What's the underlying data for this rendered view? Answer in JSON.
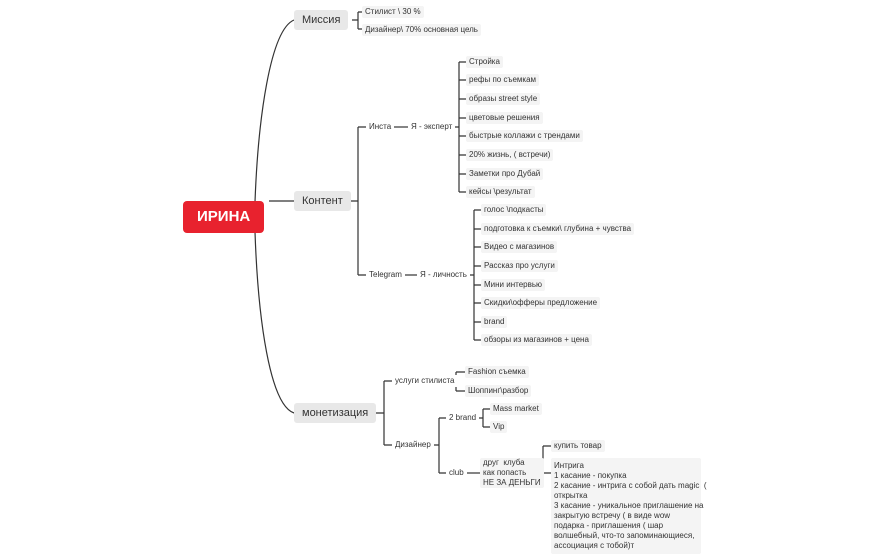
{
  "root": "ИРИНА",
  "mission": {
    "title": "Миссия",
    "items": [
      "Стилист \\ 30 %",
      "Дизайнер\\ 70%   основная цель"
    ]
  },
  "content": {
    "title": "Контент",
    "insta": {
      "label": "Инста",
      "role": "Я - эксперт",
      "items": [
        "Стройка",
        "рефы по съемкам",
        "образы street style",
        "цветовые решения",
        "быстрые коллажи с трендами",
        "20% жизнь, ( встречи)",
        "Заметки про Дубай",
        "кейсы \\результат"
      ]
    },
    "telegram": {
      "label": "Telegram",
      "role": "Я - личность",
      "items": [
        "голос \\подкасты",
        "подготовка к съемки\\ глубина + чувства",
        "Видео с магазинов",
        "Рассказ про услуги",
        "Мини интервью",
        "Скидки\\офферы предложение",
        "brand",
        "обзоры из магазинов + цена"
      ]
    }
  },
  "monetization": {
    "title": "монетизация",
    "stylist": {
      "label": "услуги стилиста",
      "items": [
        "Fashion съемка",
        "Шоппинг\\разбор"
      ]
    },
    "designer": {
      "label": "Дизайнер",
      "brand": {
        "label": "2 brand",
        "items": [
          "Mass market",
          "Vip"
        ]
      },
      "club": {
        "label": "club",
        "note": "друг  клуба\nкак попасть\nНЕ ЗА ДЕНЬГИ",
        "buy": "купить товар",
        "intrigue": "Интрига\n1 касание - покупка\n2 касание - интрига с собой дать magic  (\nоткрытка\n3 касание - уникальное приглашение на\nзакрытую встречу ( в виде wow\nподарка - приглашения ( шар\nволшебный, что-то запоминающиеся,\nассоциация с тобой)т"
      }
    }
  }
}
